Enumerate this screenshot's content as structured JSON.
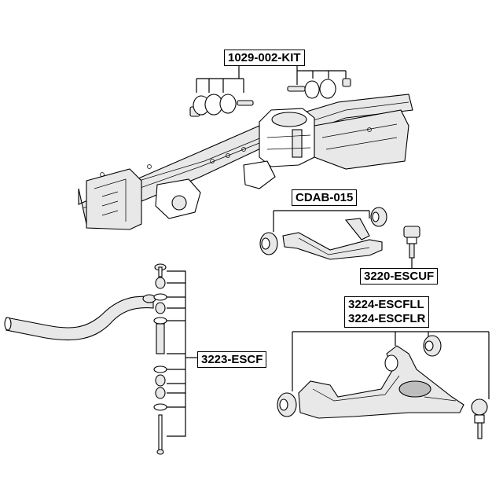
{
  "labels": {
    "kit": "1029-002-KIT",
    "upper_arm": "CDAB-015",
    "upper_ball_joint": "3220-ESCUF",
    "stabilizer_link": "3223-ESCF",
    "lower_arm_left": "3224-ESCFLL",
    "lower_arm_right": "3224-ESCFLR"
  },
  "colors": {
    "line": "#000000",
    "background": "#ffffff",
    "part_fill": "#e8e8e8",
    "part_shadow": "#bdbdbd"
  }
}
